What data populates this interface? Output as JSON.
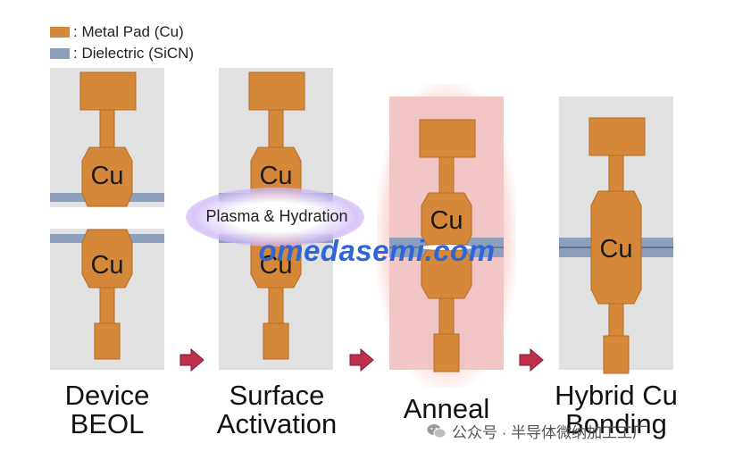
{
  "legend": [
    {
      "label": ": Metal Pad (Cu)",
      "color": "#d5883a"
    },
    {
      "label": ": Dielectric (SiCN)",
      "color": "#8c9fbd"
    }
  ],
  "colors": {
    "cu": "#d5883a",
    "cu_dark": "#b86b1f",
    "dielectric": "#8c9fbd",
    "panel": "#e1e1e1",
    "anneal_panel": "#f2c6c6",
    "arrow": "#c0304a"
  },
  "panels": [
    {
      "cu_top": "Cu",
      "cu_bottom": "Cu",
      "caption_line1": "Device",
      "caption_line2": "BEOL"
    },
    {
      "cu_top": "Cu",
      "cu_bottom": "Cu",
      "plasma_label": "Plasma & Hydration",
      "caption_line1": "Surface",
      "caption_line2": "Activation"
    },
    {
      "cu_top": "Cu",
      "caption_line1": "Anneal",
      "caption_line2": ""
    },
    {
      "cu_top": "Cu",
      "caption_line1": "Hybrid Cu",
      "caption_line2": "Bonding"
    }
  ],
  "watermark": "omedasemi.com",
  "wechat_text": "公众号 · 半导体微纳加工工厂"
}
